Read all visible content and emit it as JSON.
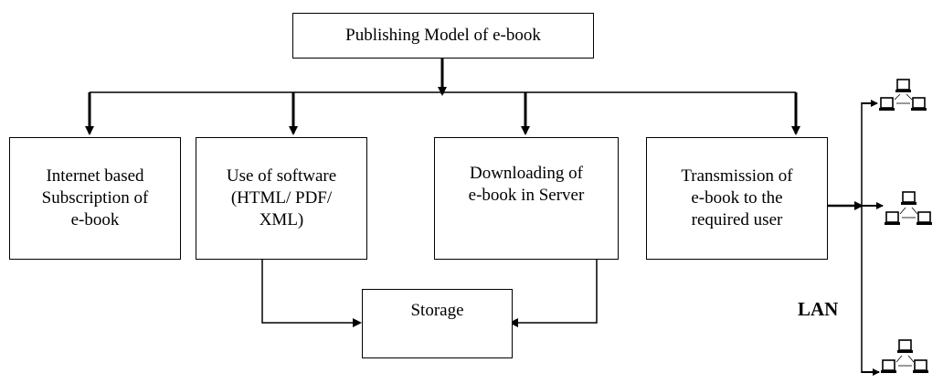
{
  "diagram": {
    "title": "Publishing Model of e-book",
    "steps": [
      "Internet based\nSubscription of\ne-book",
      "Use of software\n(HTML/ PDF/\nXML)",
      "Downloading of\ne-book in Server",
      "Transmission of\ne-book to the\nrequired user"
    ],
    "storage": "Storage",
    "network_label": "LAN"
  },
  "icons": {
    "computer": "computer-icon",
    "connection": "network-arrows-icon"
  }
}
